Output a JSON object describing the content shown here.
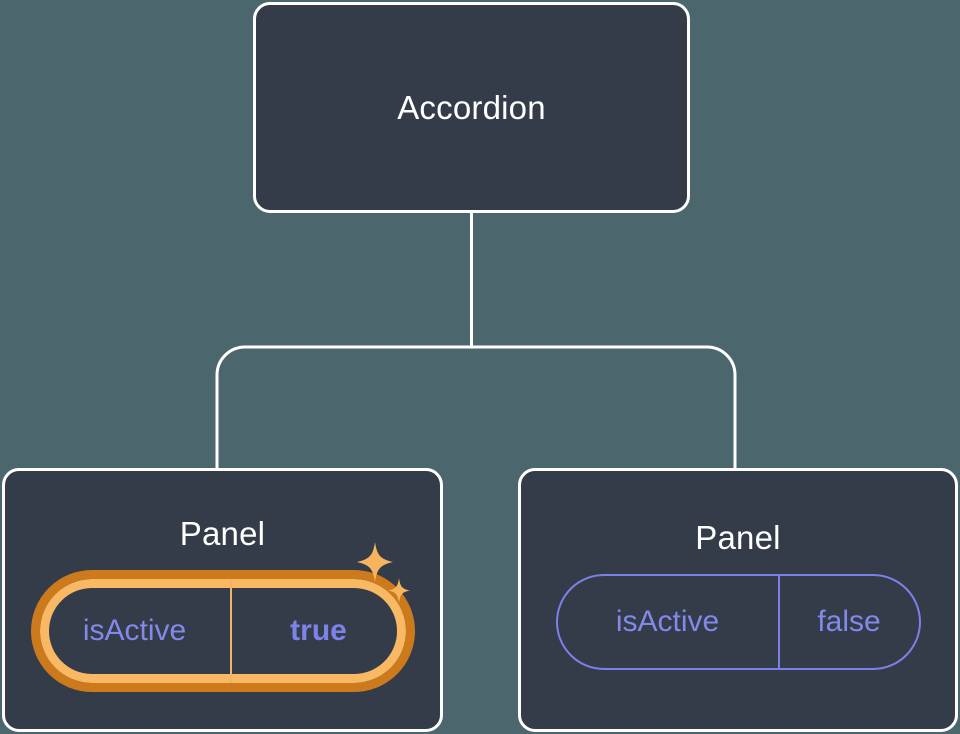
{
  "canvas": {
    "background_color": "#4c666e",
    "node_fill_color": "#343b49",
    "node_border_color": "#ffffff",
    "connector_color": "#ffffff"
  },
  "tree": {
    "root": {
      "title": "Accordion"
    },
    "children": [
      {
        "title": "Panel",
        "highlighted": true,
        "prop": {
          "key": "isActive",
          "value": "true"
        },
        "highlight_colors": {
          "ring_outer": "#cc7a1b",
          "ring_inner": "#f9b863",
          "divider": "#f4b264",
          "sparkle": "#f7b45f"
        },
        "text_colors": {
          "key": "#8289e8",
          "value": "#7c82e8"
        },
        "sparkle_icons": [
          "sparkle-large",
          "sparkle-small"
        ]
      },
      {
        "title": "Panel",
        "highlighted": false,
        "prop": {
          "key": "isActive",
          "value": "false"
        },
        "pill_colors": {
          "border": "#7b81e8",
          "divider": "#7b81e8"
        },
        "text_colors": {
          "key": "#8289e8",
          "value": "#8289e8"
        }
      }
    ]
  }
}
